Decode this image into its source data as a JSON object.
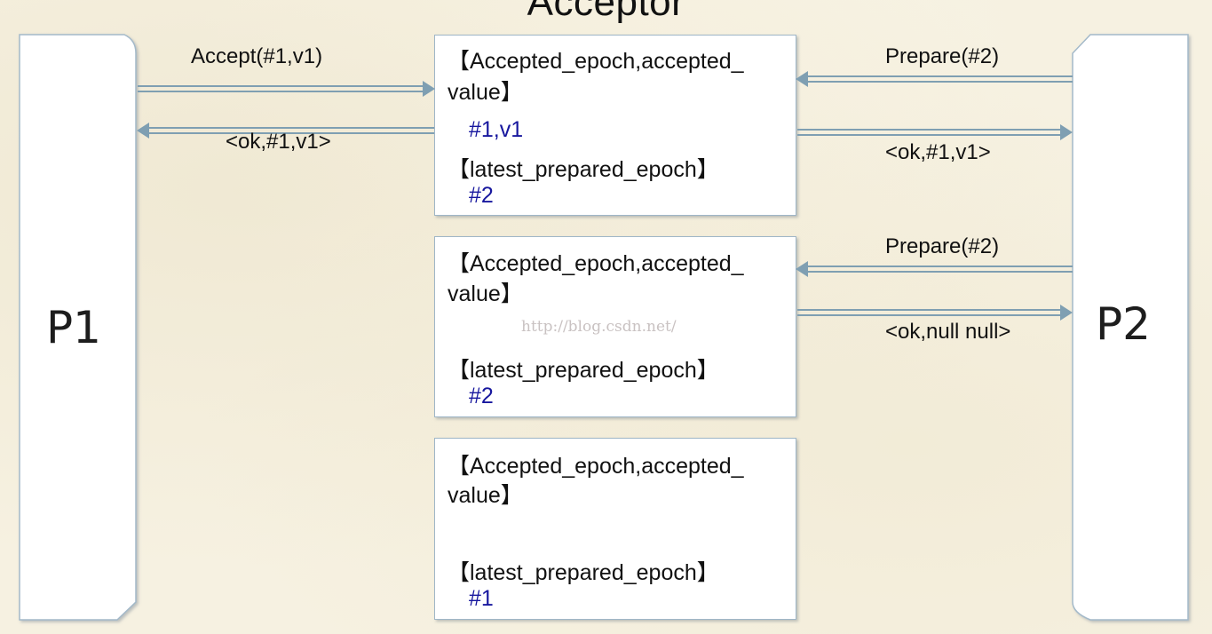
{
  "title": "Acceptor",
  "p1_label": "P1",
  "p2_label": "P2",
  "boxes": [
    {
      "accepted_label_line1": "【Accepted_epoch,accepted_",
      "accepted_label_line2": "value】",
      "accepted_value": "#1,v1",
      "prepared_label": "【latest_prepared_epoch】",
      "prepared_value": "#2"
    },
    {
      "accepted_label_line1": "【Accepted_epoch,accepted_",
      "accepted_label_line2": "value】",
      "accepted_value": "",
      "prepared_label": "【latest_prepared_epoch】",
      "prepared_value": "#2"
    },
    {
      "accepted_label_line1": "【Accepted_epoch,accepted_",
      "accepted_label_line2": "value】",
      "accepted_value": "",
      "prepared_label": "【latest_prepared_epoch】",
      "prepared_value": "#1"
    }
  ],
  "messages": {
    "p1_accept": "Accept(#1,v1)",
    "p1_ok": "<ok,#1,v1>",
    "p2_prepare_1": "Prepare(#2)",
    "p2_ok_1": "<ok,#1,v1>",
    "p2_prepare_2": "Prepare(#2)",
    "p2_ok_2": "<ok,null null>"
  },
  "watermark": "http://blog.csdn.net/",
  "colors": {
    "background": "#f6f1e1",
    "arrow": "#7f9fb2",
    "value_text": "#17179e"
  }
}
